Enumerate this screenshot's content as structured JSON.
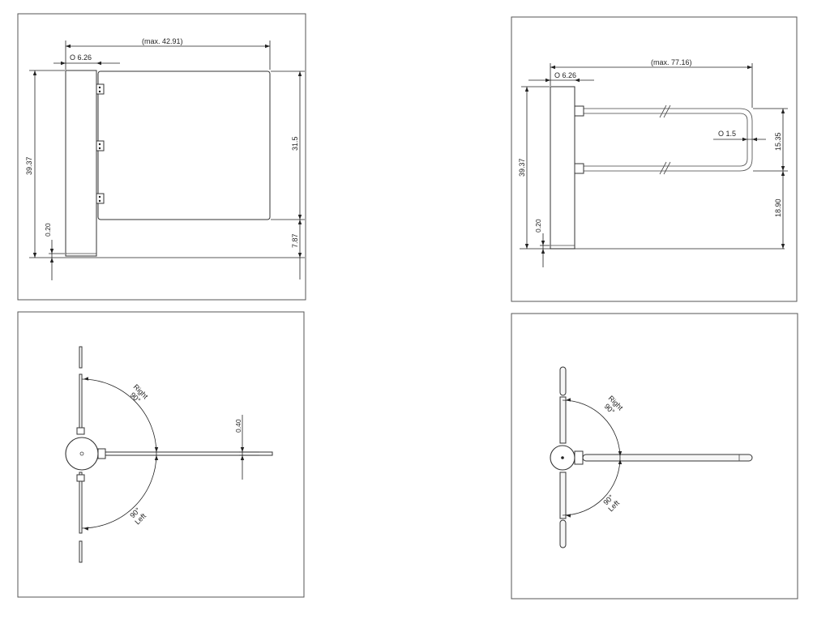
{
  "panels": {
    "top_left": {
      "width_dim": "(max. 42.91)",
      "post_dim": "O  6.26",
      "height_dim": "39.37",
      "base_dim": "0.20",
      "panel_height_dim": "31.5",
      "gap_dim": "7.87"
    },
    "top_right": {
      "width_dim": "(max. 77.16)",
      "post_dim": "O  6.26",
      "height_dim": "39.37",
      "base_dim": "0.20",
      "tube_dim": "O  1.5",
      "arm_spacing_dim": "15.35",
      "arm_height_dim": "18.90"
    },
    "bottom_left": {
      "right_label": "Right",
      "right_angle": "90°",
      "left_label": "Left",
      "left_angle": "90°",
      "thickness_dim": "0.40"
    },
    "bottom_right": {
      "right_label": "Right",
      "right_angle": "90°",
      "left_label": "Left",
      "left_angle": "90°"
    }
  }
}
